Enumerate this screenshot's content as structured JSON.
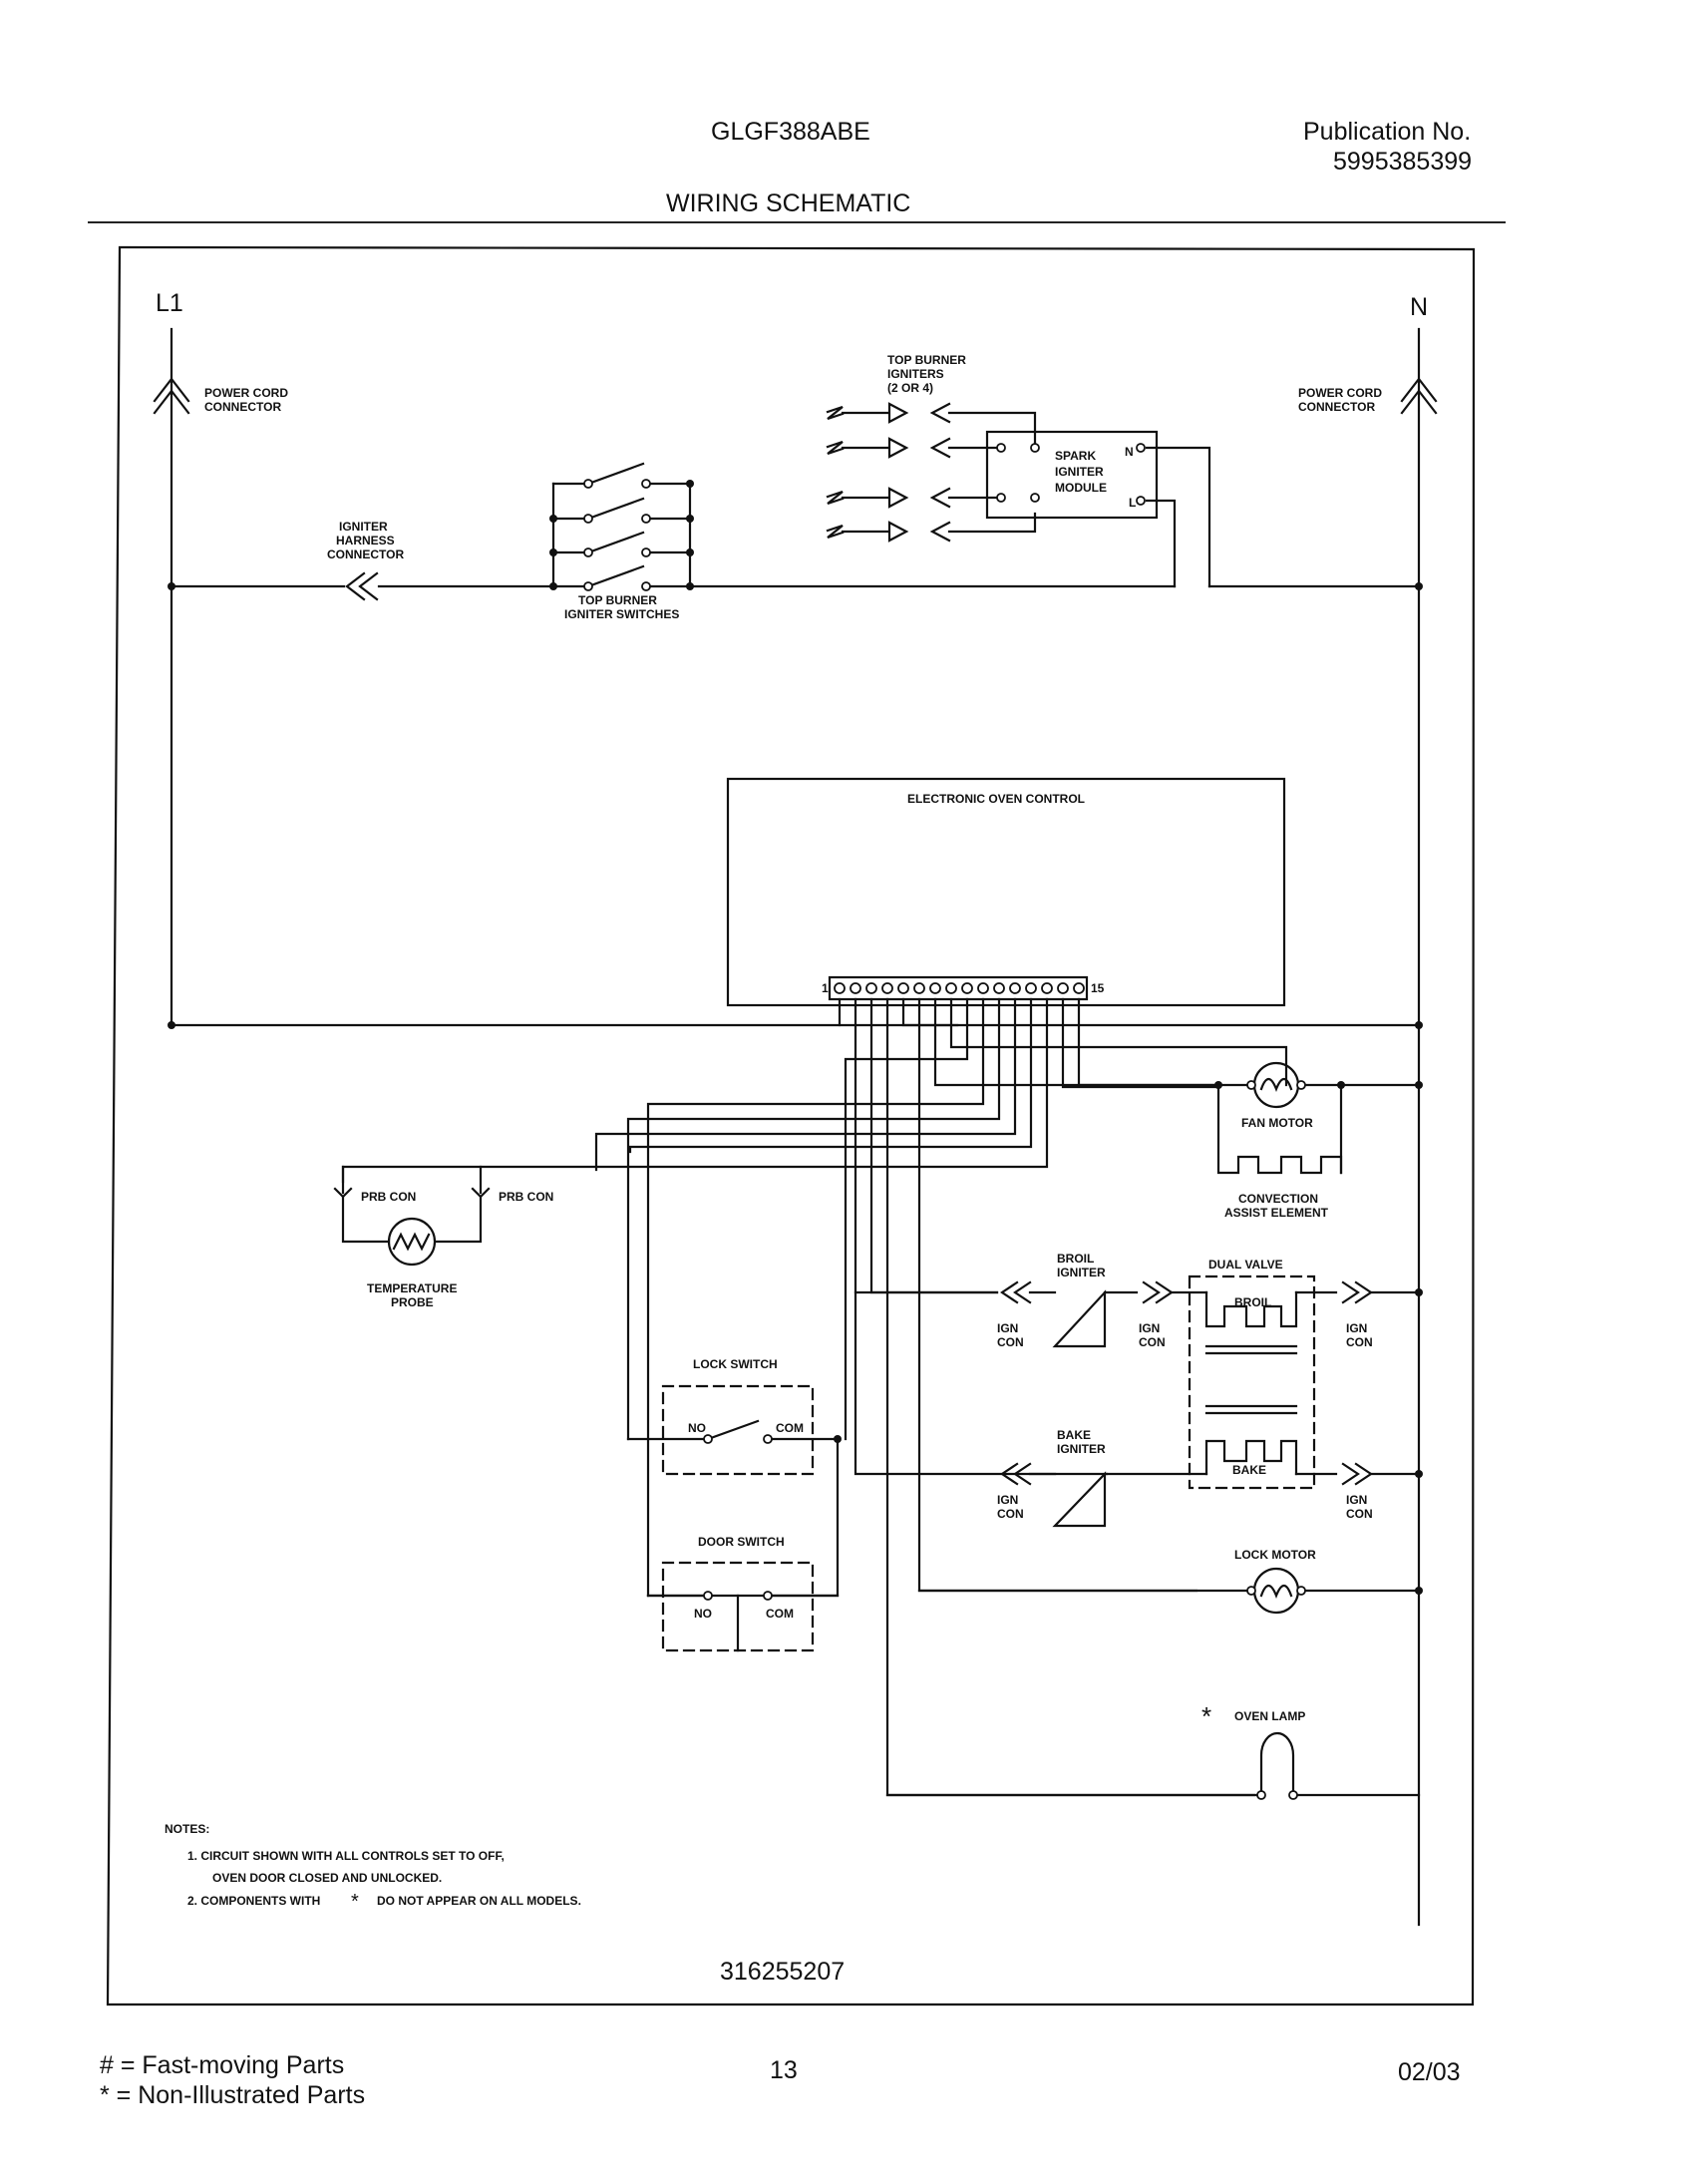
{
  "header": {
    "model": "GLGF388ABE",
    "publication_label": "Publication No.",
    "publication_number": "5995385399",
    "title": "WIRING SCHEMATIC"
  },
  "diagram": {
    "l1": "L1",
    "n": "N",
    "power_cord_left": [
      "POWER CORD",
      "CONNECTOR"
    ],
    "power_cord_right": [
      "POWER CORD",
      "CONNECTOR"
    ],
    "top_burner_igniters": [
      "TOP BURNER",
      "IGNITERS",
      "(2 OR 4)"
    ],
    "spark_module": [
      "SPARK",
      "IGNITER",
      "MODULE"
    ],
    "spark_n": "N",
    "spark_l": "L",
    "igniter_harness": [
      "IGNITER",
      "HARNESS",
      "CONNECTOR"
    ],
    "top_burner_switches": [
      "TOP BURNER",
      "IGNITER SWITCHES"
    ],
    "electronic_oven_control": "ELECTRONIC OVEN CONTROL",
    "pin_first": "1",
    "pin_last": "15",
    "fan_motor": "FAN MOTOR",
    "convection_element": [
      "CONVECTION",
      "ASSIST ELEMENT"
    ],
    "prb_con": "PRB CON",
    "temperature_probe": [
      "TEMPERATURE",
      "PROBE"
    ],
    "broil_igniter": [
      "BROIL",
      "IGNITER"
    ],
    "bake_igniter": [
      "BAKE",
      "IGNITER"
    ],
    "dual_valve": "DUAL VALVE",
    "broil": "BROIL",
    "bake": "BAKE",
    "ign_con": [
      "IGN",
      "CON"
    ],
    "lock_switch": "LOCK SWITCH",
    "door_switch": "DOOR SWITCH",
    "no": "NO",
    "com": "COM",
    "lock_motor": "LOCK MOTOR",
    "oven_lamp_star": "*",
    "oven_lamp": "OVEN LAMP",
    "notes_title": "NOTES:",
    "note1_line1": "1.   CIRCUIT SHOWN WITH ALL CONTROLS SET TO OFF,",
    "note1_line2": "OVEN DOOR CLOSED AND UNLOCKED.",
    "note2_prefix": "2.   COMPONENTS WITH",
    "note2_star": "*",
    "note2_suffix": "DO NOT APPEAR ON ALL MODELS.",
    "drawing_number": "316255207"
  },
  "footer": {
    "legend1": "#  =  Fast-moving Parts",
    "legend2": "*   =  Non-Illustrated Parts",
    "page": "13",
    "date": "02/03"
  }
}
